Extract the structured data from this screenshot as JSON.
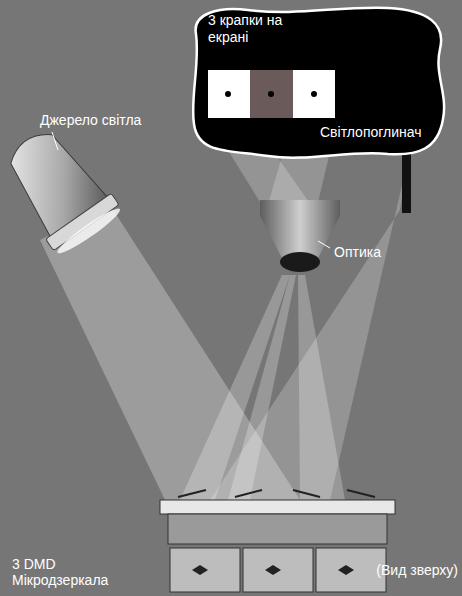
{
  "diagram": {
    "nodes": [
      {
        "text": [
          "3 крапки на екрані"
        ]
      }
    ],
    "labels": [
      "Джерело світла",
      "Світлопоглинач",
      "Оптика",
      "3 DMD Мікродзеркала",
      "(Вид зверху)"
    ]
  }
}
